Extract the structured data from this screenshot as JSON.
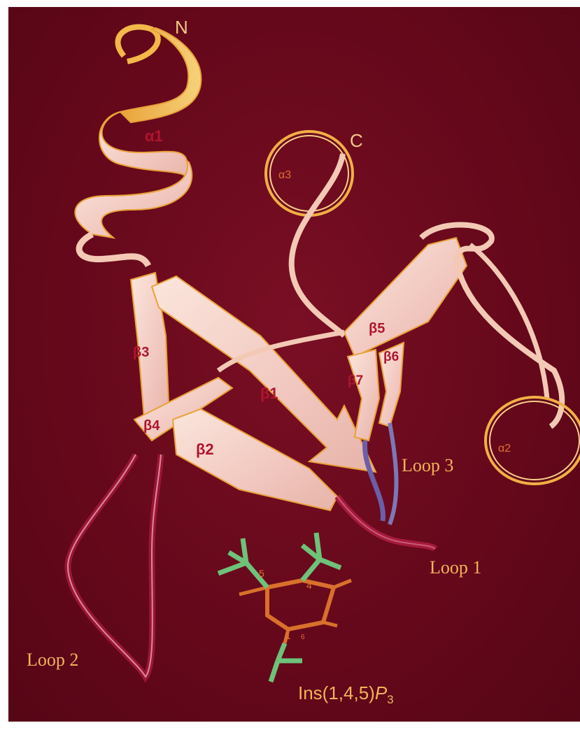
{
  "figure": {
    "background_color": "#66081b",
    "ribbon_color": "#f3c9b6",
    "ribbon_edge_color": "#e9a23a",
    "loop_color": "#a0183a",
    "ligand_ring_color": "#d9702c",
    "ligand_phosphate_color": "#6ec27a"
  },
  "termini": {
    "n": "N",
    "c": "C"
  },
  "helices": {
    "a1": "α1",
    "a2": "α2",
    "a3": "α3"
  },
  "strands": {
    "b1": "β1",
    "b2": "β2",
    "b3": "β3",
    "b4": "β4",
    "b5": "β5",
    "b6": "β6",
    "b7": "β7"
  },
  "loops": {
    "loop1": "Loop 1",
    "loop2": "Loop 2",
    "loop3": "Loop 3"
  },
  "ligand": {
    "name_base": "Ins(1,4,5)",
    "name_p": "P",
    "name_sub": "3",
    "atom_1": "1",
    "atom_4": "4",
    "atom_5": "5",
    "atom_6": "6"
  }
}
